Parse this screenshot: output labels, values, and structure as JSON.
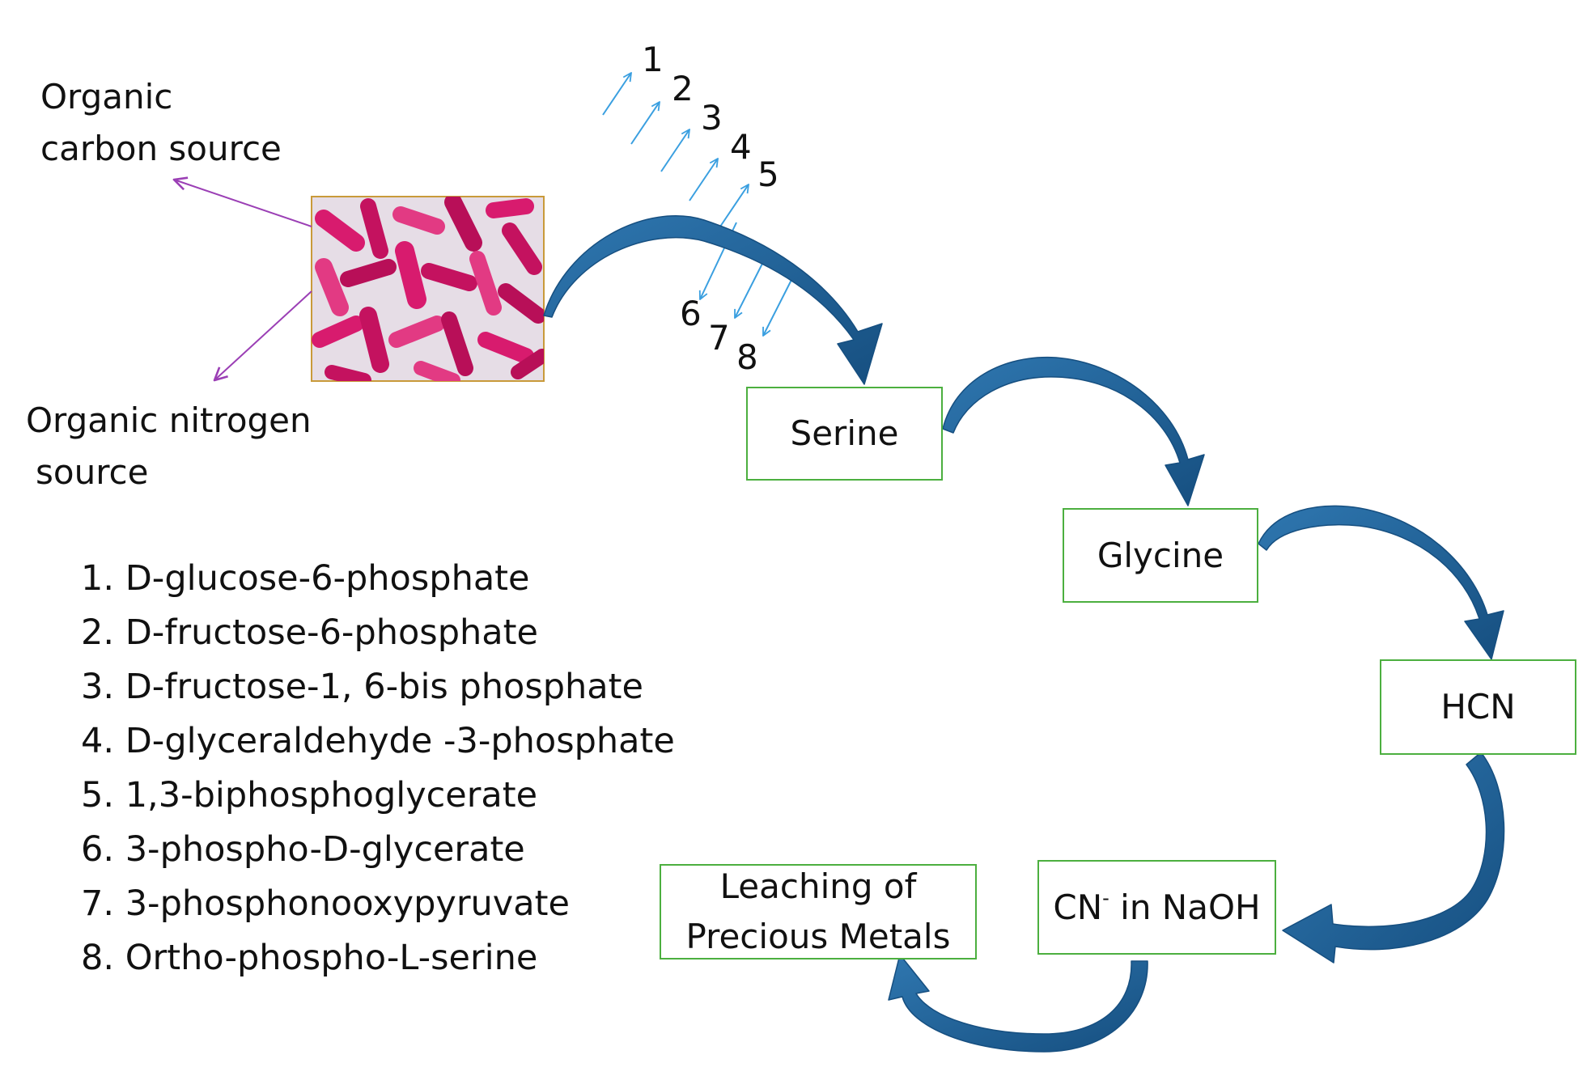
{
  "labels": {
    "carbon_line1": "Organic",
    "carbon_line2": "carbon source",
    "nitrogen_line1": "Organic nitrogen",
    "nitrogen_line2": "source"
  },
  "pathway": {
    "serine": "Serine",
    "glycine": "Glycine",
    "hcn": "HCN",
    "cn_base": "CN",
    "cn_sup": "-",
    "cn_rest": " in NaOH",
    "leaching_line1": "Leaching of",
    "leaching_line2": "Precious Metals"
  },
  "arrow_numbers": [
    "1",
    "2",
    "3",
    "4",
    "5",
    "6",
    "7",
    "8"
  ],
  "legend": [
    "1. D-glucose-6-phosphate",
    "2. D-fructose-6-phosphate",
    "3. D-fructose-1, 6-bis phosphate",
    "4. D-glyceraldehyde -3-phosphate",
    "5. 1,3-biphosphoglycerate",
    "6. 3-phospho-D-glycerate",
    "7. 3-phosphonooxypyruvate",
    "8. Ortho-phospho-L-serine"
  ],
  "colors": {
    "box_border": "#4caf3f",
    "big_arrow": "#1d5f95",
    "small_arrow": "#3a9fe0",
    "pointer_line": "#9b3fb5",
    "bacteria_pink": "#d81b6e"
  },
  "icons": [
    "bacteria-micrograph-image"
  ]
}
